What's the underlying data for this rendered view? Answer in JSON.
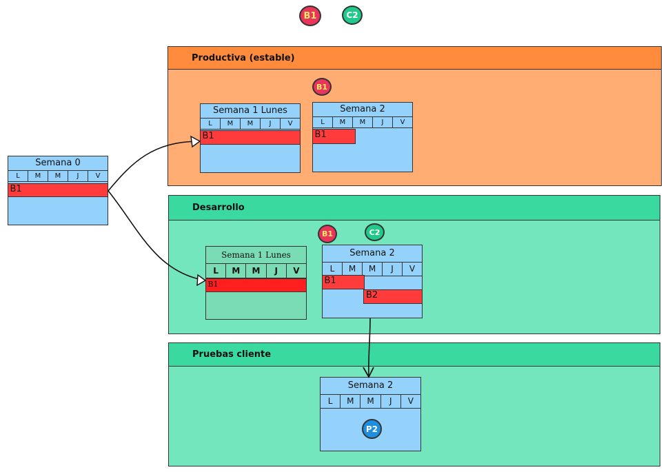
{
  "legend": {
    "b1": "B1",
    "c2": "C2"
  },
  "colors": {
    "production": "#ffad73",
    "production_head": "#ff8c3c",
    "develop": "#73e6bd",
    "develop_head": "#3ad99f",
    "week": "#94d2fb",
    "bar": "#ff3b3b"
  },
  "days": [
    "L",
    "M",
    "M",
    "J",
    "V"
  ],
  "week0": {
    "title": "Semana 0",
    "bar": "B1"
  },
  "production": {
    "title": "Productiva (estable)",
    "badge": "B1",
    "week1": {
      "title": "Semana 1 Lunes",
      "bar": "B1"
    },
    "week2": {
      "title": "Semana 2",
      "bar": "B1"
    }
  },
  "develop": {
    "title": "Desarrollo",
    "badge_b1": "B1",
    "badge_c2": "C2",
    "week1": {
      "title": "Semana 1 Lunes",
      "bar": "B1"
    },
    "week2": {
      "title": "Semana 2",
      "bar1": "B1",
      "bar2": "B2"
    }
  },
  "client": {
    "title": "Pruebas cliente",
    "week2": {
      "title": "Semana 2",
      "badge": "P2"
    }
  }
}
